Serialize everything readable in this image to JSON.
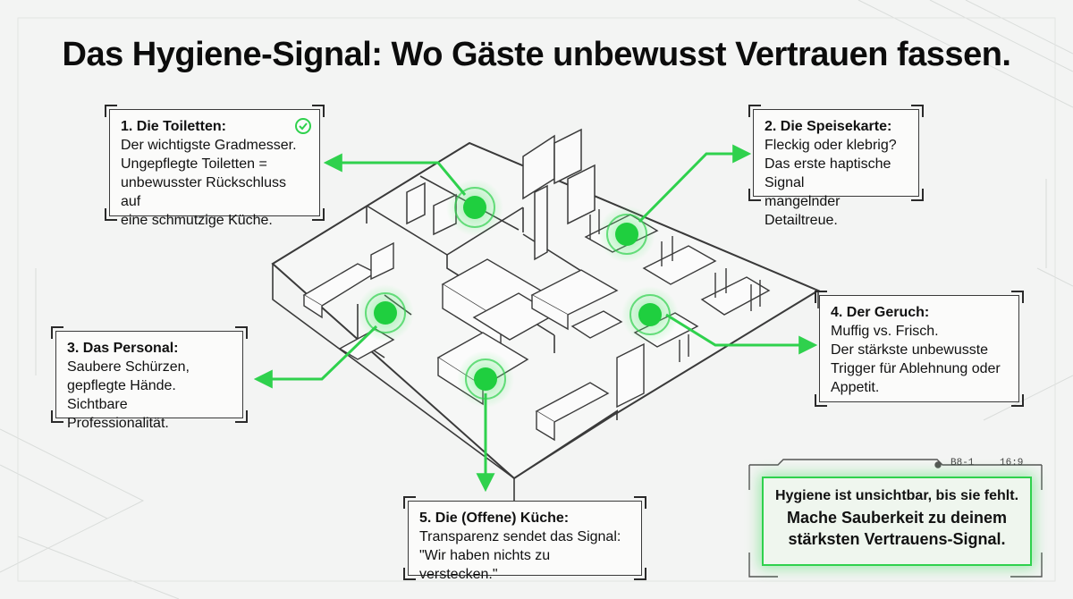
{
  "title": "Das Hygiene-Signal: Wo Gäste unbewusst Vertrauen fassen.",
  "boxes": {
    "toilets": {
      "heading": "1. Die Toiletten:",
      "lines": [
        "Der wichtigste Gradmesser.",
        "Ungepflegte Toiletten =",
        "unbewusster Rückschluss auf",
        "eine schmutzige Küche."
      ]
    },
    "menu": {
      "heading": "2. Die Speisekarte:",
      "lines": [
        "Fleckig oder klebrig?",
        "Das erste haptische Signal",
        "mangelnder Detailtreue."
      ]
    },
    "staff": {
      "heading": "3. Das Personal:",
      "lines": [
        "Saubere Schürzen,",
        "gepflegte Hände.",
        "Sichtbare Professionalität."
      ]
    },
    "smell": {
      "heading": "4. Der Geruch:",
      "lines": [
        "Muffig vs. Frisch.",
        "Der stärkste unbewusste",
        "Trigger für Ablehnung oder",
        "Appetit."
      ]
    },
    "kitchen": {
      "heading": "5. Die (Offene) Küche:",
      "lines": [
        "Transparenz sendet das Signal:",
        "\"Wir haben nichts zu verstecken.\""
      ]
    }
  },
  "callout": {
    "line1": "Hygiene ist unsichtbar, bis sie fehlt.",
    "line2": "Mache Sauberkeit zu deinem",
    "line3": "stärksten Vertrauens-Signal.",
    "tag_left": "B8-1",
    "tag_right": "16:9"
  },
  "icons": [
    "check-circle-icon"
  ],
  "colors": {
    "accent": "#2fd14d",
    "accent_glow": "#6cf083",
    "line": "#3a3a3a",
    "background": "#f3f4f3"
  }
}
